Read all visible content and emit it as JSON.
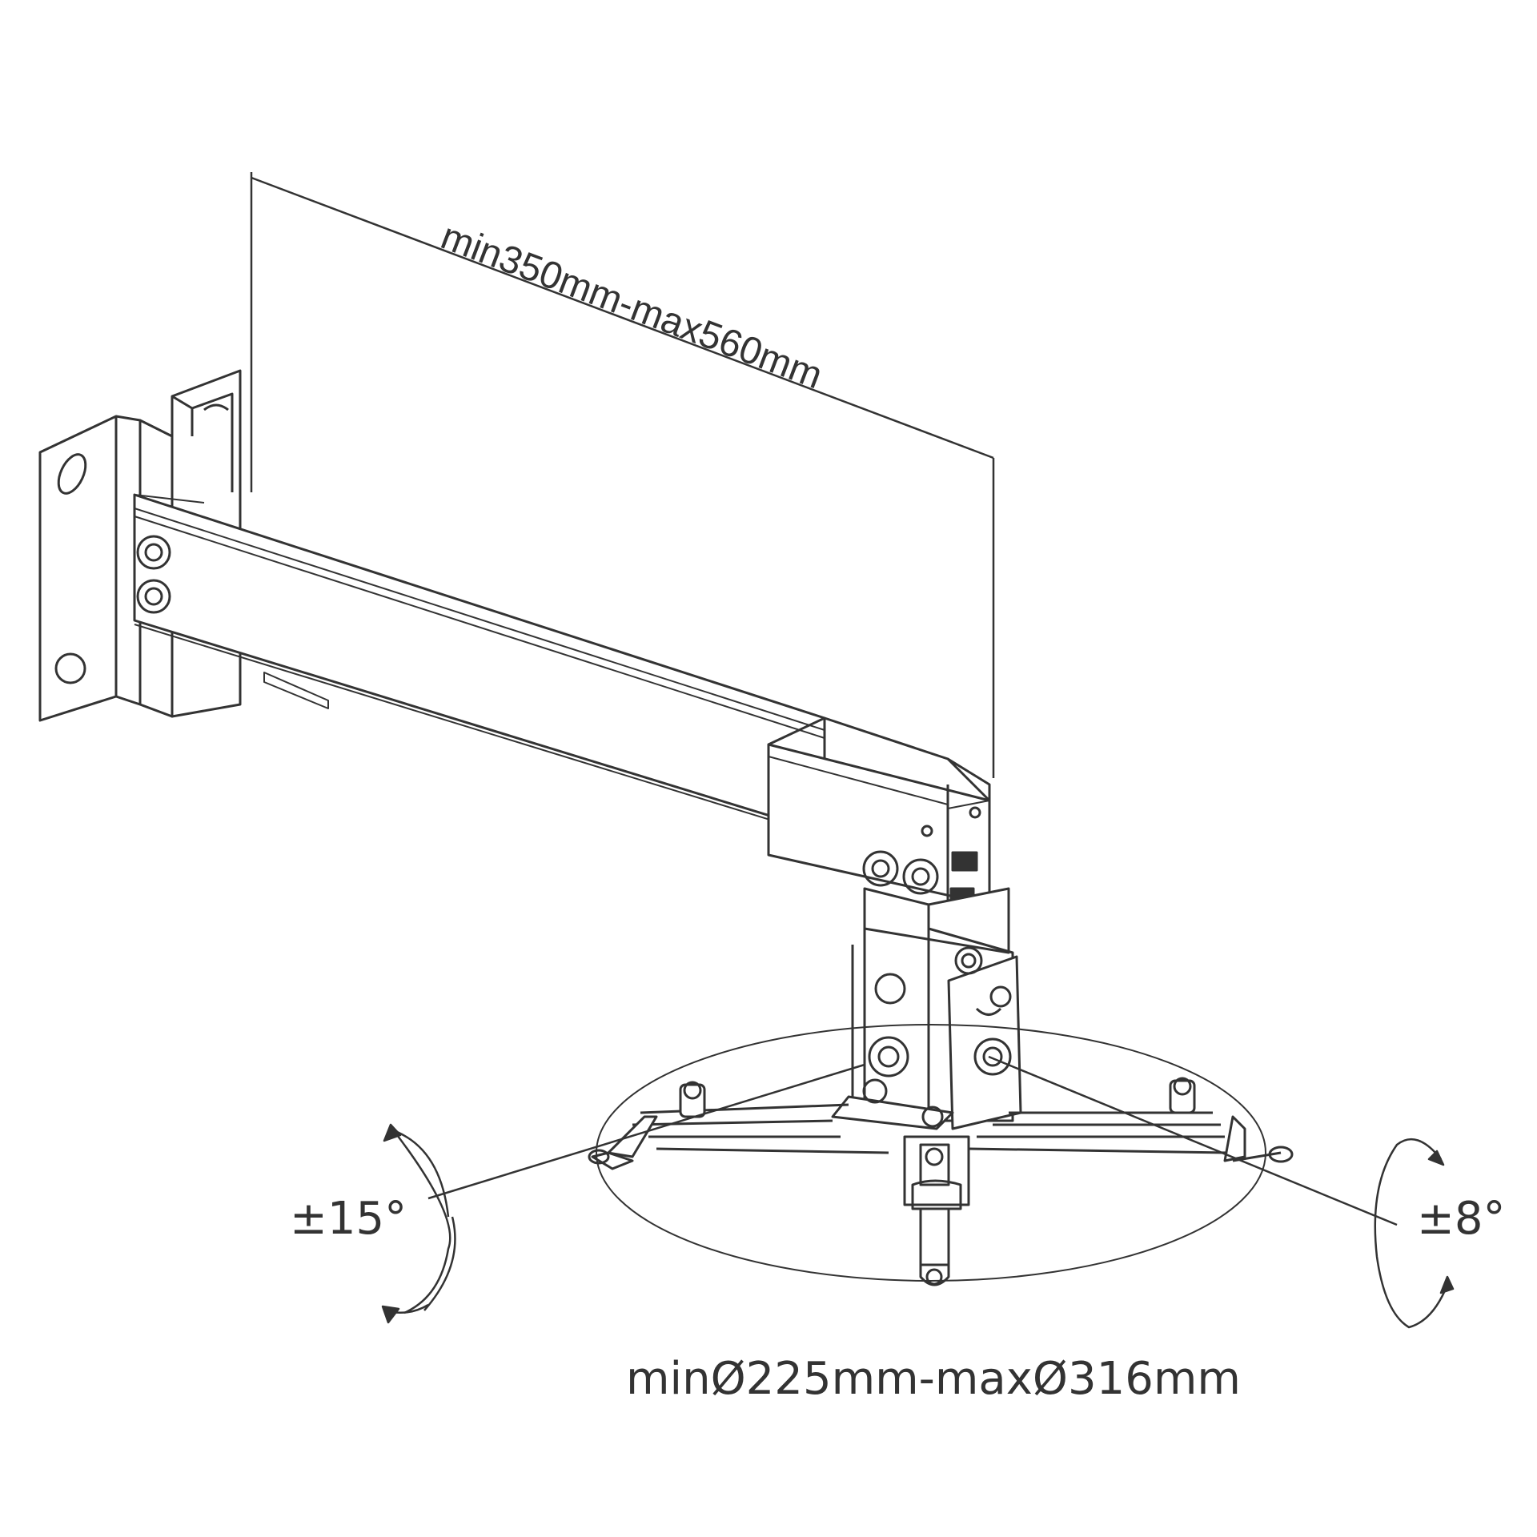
{
  "diagram": {
    "subject": "projector wall mount with telescopic arm",
    "labels": {
      "arm_length": "min350mm-max560mm",
      "tilt_angle": "±15°",
      "swivel_angle": "±8°",
      "plate_diameter": "minØ225mm-maxØ316mm"
    },
    "colors": {
      "line": "#333333",
      "background": "#ffffff"
    }
  }
}
